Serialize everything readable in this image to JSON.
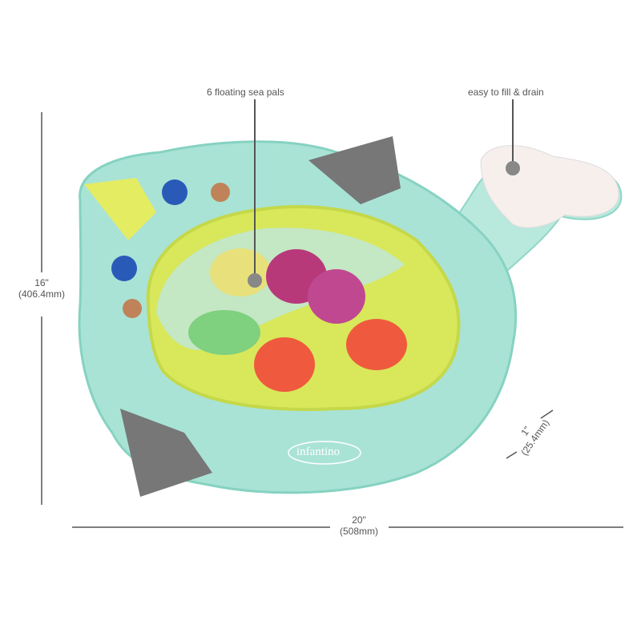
{
  "callouts": {
    "sea_pals": "6 floating sea pals",
    "fill_drain": "easy to fill & drain"
  },
  "dimensions": {
    "height_in": "16\"",
    "height_mm": "(406.4mm)",
    "width_in": "20\"",
    "width_mm": "(508mm)",
    "depth_in": "1\"",
    "depth_mm": "(25.4mm)"
  },
  "product": {
    "brand": "infantino"
  },
  "colors": {
    "mat": "#a9e3d6",
    "mat_dark": "#3fc0a8",
    "water": "#d8e85a",
    "line": "#555555"
  }
}
